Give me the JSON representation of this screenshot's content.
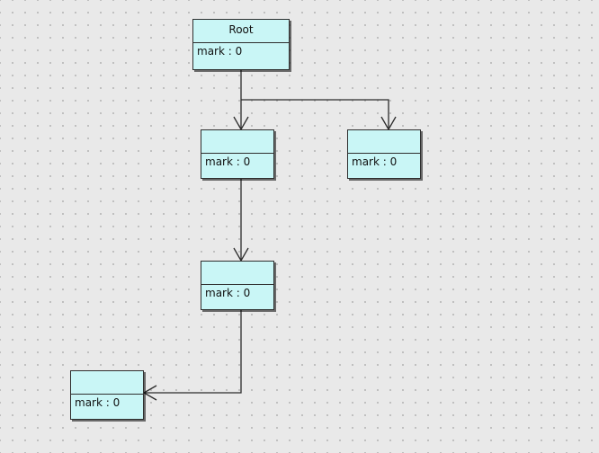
{
  "diagram": {
    "nodes": [
      {
        "id": "root",
        "name": "Root",
        "attribute": "mark : 0"
      },
      {
        "id": "child-left",
        "name": "",
        "attribute": "mark : 0"
      },
      {
        "id": "child-right",
        "name": "",
        "attribute": "mark : 0"
      },
      {
        "id": "grandchild",
        "name": "",
        "attribute": "mark : 0"
      },
      {
        "id": "leaf",
        "name": "",
        "attribute": "mark : 0"
      }
    ],
    "edges": [
      {
        "from": "root",
        "to": "child-left"
      },
      {
        "from": "root",
        "to": "child-right"
      },
      {
        "from": "child-left",
        "to": "grandchild"
      },
      {
        "from": "grandchild",
        "to": "leaf"
      }
    ]
  }
}
